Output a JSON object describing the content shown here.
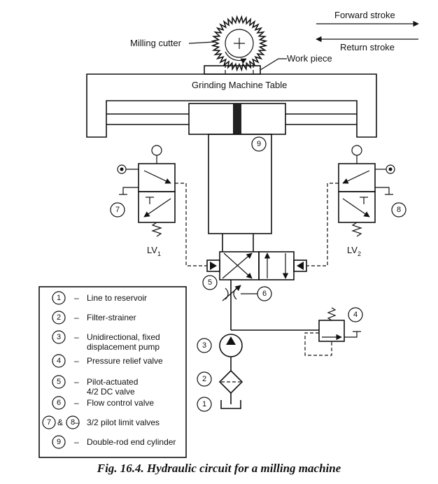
{
  "labels": {
    "forward_stroke": "Forward stroke",
    "return_stroke": "Return stroke",
    "milling_cutter": "Milling cutter",
    "work_piece": "Work piece",
    "table": "Grinding Machine Table",
    "lv1_main": "LV",
    "lv1_sub": "1",
    "lv2_main": "LV",
    "lv2_sub": "2"
  },
  "callouts": {
    "c1": "1",
    "c2": "2",
    "c3": "3",
    "c4": "4",
    "c5": "5",
    "c6": "6",
    "c7": "7",
    "c8": "8",
    "c9": "9"
  },
  "legend": [
    {
      "num": "1",
      "line1": "Line to reservoir",
      "line2": ""
    },
    {
      "num": "2",
      "line1": "Filter-strainer",
      "line2": ""
    },
    {
      "num": "3",
      "line1": "Unidirectional, fixed",
      "line2": "displacement pump"
    },
    {
      "num": "4",
      "line1": "Pressure relief valve",
      "line2": ""
    },
    {
      "num": "5",
      "line1": "Pilot-actuated",
      "line2": "4/2 DC valve"
    },
    {
      "num": "6",
      "line1": "Flow control valve",
      "line2": ""
    },
    {
      "num": "7",
      "num2": "8",
      "amp": "&",
      "line1": "3/2 pilot limit valves",
      "line2": ""
    },
    {
      "num": "9",
      "line1": "Double-rod end cylinder",
      "line2": ""
    }
  ],
  "legend_dash": "–",
  "caption": "Fig. 16.4. Hydraulic circuit for a milling machine"
}
